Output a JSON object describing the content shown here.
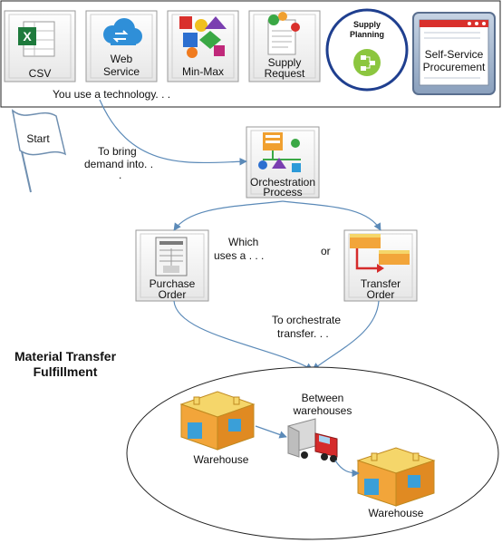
{
  "sources": {
    "csv": "CSV",
    "web_service_line1": "Web",
    "web_service_line2": "Service",
    "min_max": "Min-Max",
    "supply_request_line1": "Supply",
    "supply_request_line2": "Request",
    "supply_planning_line1": "Supply",
    "supply_planning_line2": "Planning",
    "self_service_line1": "Self-Service",
    "self_service_line2": "Procurement"
  },
  "technology_caption": "You use a technology. . .",
  "start_flag": "Start",
  "bring_demand": {
    "line1": "To bring",
    "line2": "demand into. .",
    "line3": "."
  },
  "orchestration": {
    "line1": "Orchestration",
    "line2": "Process"
  },
  "which_uses": {
    "line1": "Which",
    "line2": "uses a . . ."
  },
  "or_label": "or",
  "purchase_order": {
    "line1": "Purchase",
    "line2": "Order"
  },
  "transfer_order": {
    "line1": "Transfer",
    "line2": "Order"
  },
  "orchestrate_transfer": {
    "line1": "To orchestrate",
    "line2": "transfer. . ."
  },
  "section_title": {
    "line1": "Material Transfer",
    "line2": "Fulfillment"
  },
  "between": {
    "line1": "Between",
    "line2": "warehouses"
  },
  "warehouse_left": "Warehouse",
  "warehouse_right": "Warehouse",
  "colors": {
    "arrow": "#5b8ab8",
    "tile_border": "#9a9a9a",
    "planning_ring": "#1f3f8f",
    "planning_green": "#8cc63f",
    "warehouse_orange": "#f2a53a",
    "warehouse_roof": "#f5d66a",
    "warehouse_door": "#3a9fd8",
    "truck_red": "#d52b2b"
  }
}
